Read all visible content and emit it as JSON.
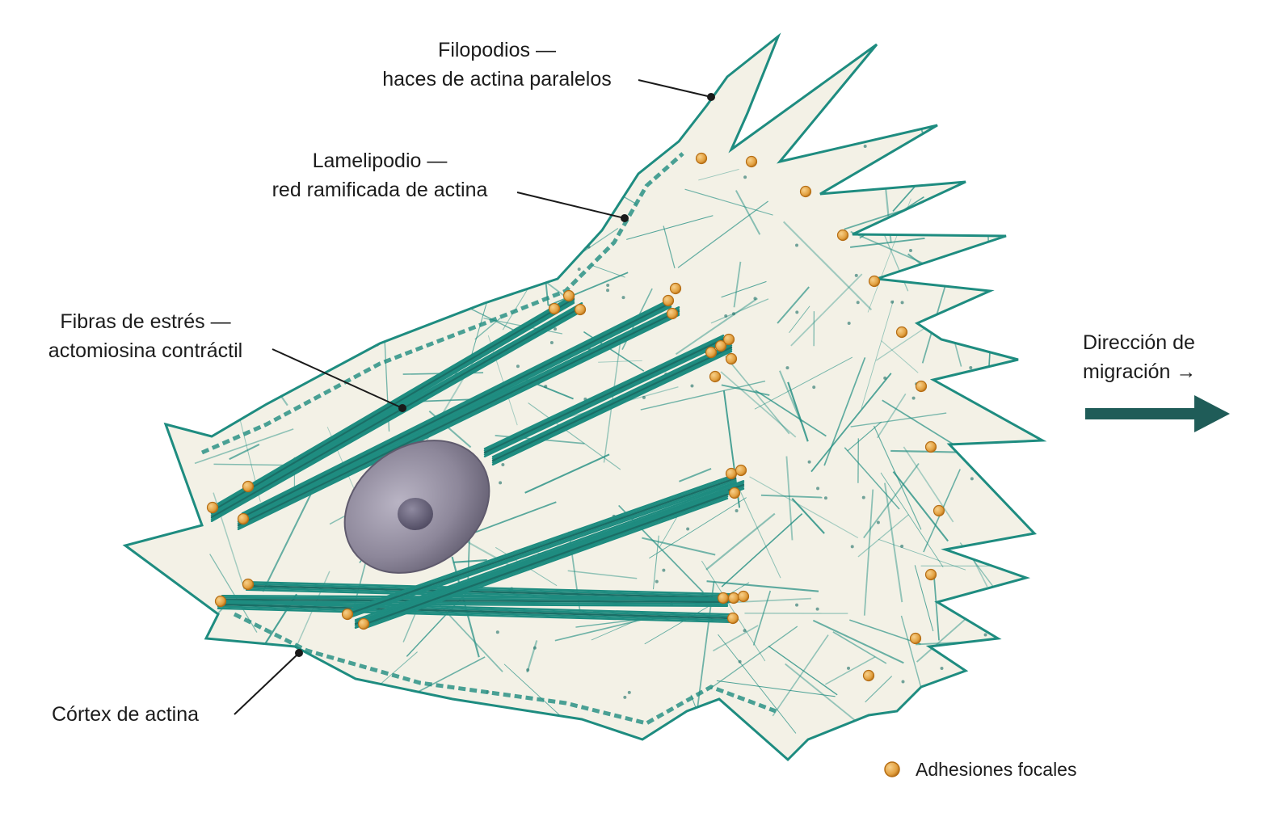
{
  "labels": {
    "filopodia": {
      "line1": "Filopodios —",
      "line2": "haces de actina paralelos"
    },
    "lamellipodium": {
      "line1": "Lamelipodio —",
      "line2": "red ramificada de actina"
    },
    "stress_fibers": {
      "line1": "Fibras de estrés —",
      "line2": "actomiosina contráctil"
    },
    "cortex": {
      "line1": "Córtex de actina"
    },
    "direction": {
      "line1": "Dirección de",
      "line2": "migración →"
    }
  },
  "legend": {
    "label": "Adhesiones focales"
  },
  "colors": {
    "actin": "#1e8c80",
    "actin_dark": "#1a6e66",
    "cytoplasm": "#f3f1e6",
    "nucleus": "#8d879a",
    "nucleus_dark": "#5f5a6d",
    "adhesion": "#e2a040",
    "adhesion_edge": "#b56d14",
    "arrow": "#1f5c58",
    "leader": "#1a1a1a"
  }
}
